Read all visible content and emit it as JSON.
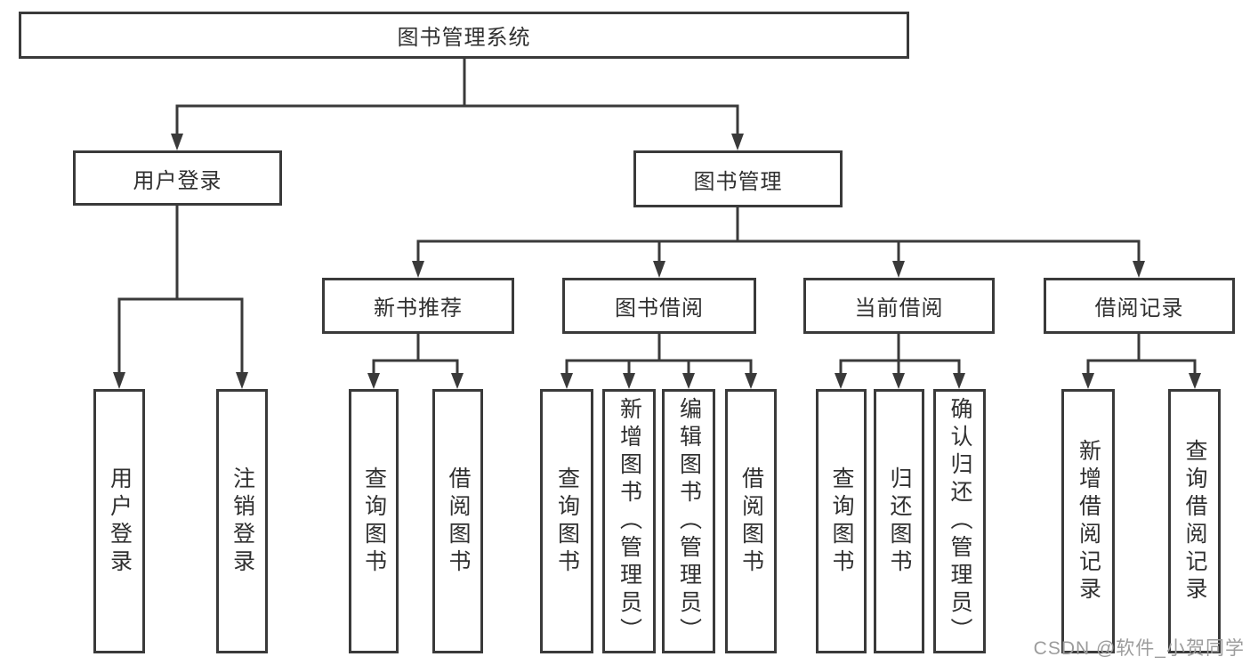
{
  "diagram": {
    "type": "hierarchy-tree",
    "tree": {
      "label": "图书管理系统",
      "children": [
        {
          "label": "用户登录",
          "children": [
            {
              "label": "用户登录"
            },
            {
              "label": "注销登录"
            }
          ]
        },
        {
          "label": "图书管理",
          "children": [
            {
              "label": "新书推荐",
              "children": [
                {
                  "label": "查询图书"
                },
                {
                  "label": "借阅图书"
                }
              ]
            },
            {
              "label": "图书借阅",
              "children": [
                {
                  "label": "查询图书"
                },
                {
                  "label": "新增图书（管理员）"
                },
                {
                  "label": "编辑图书（管理员）"
                },
                {
                  "label": "借阅图书"
                }
              ]
            },
            {
              "label": "当前借阅",
              "children": [
                {
                  "label": "查询图书"
                },
                {
                  "label": "归还图书"
                },
                {
                  "label": "确认归还（管理员）"
                }
              ]
            },
            {
              "label": "借阅记录",
              "children": [
                {
                  "label": "新增借阅记录"
                },
                {
                  "label": "查询借阅记录"
                }
              ]
            }
          ]
        }
      ]
    }
  },
  "watermark": {
    "text": "CSDN @软件_小贺同学"
  },
  "colors": {
    "line": "#3a3a3a",
    "box_border": "#3a3a3a",
    "box_fill": "#ffffff",
    "text": "#303030",
    "watermark": "#9c9c9c",
    "background": "#ffffff"
  }
}
